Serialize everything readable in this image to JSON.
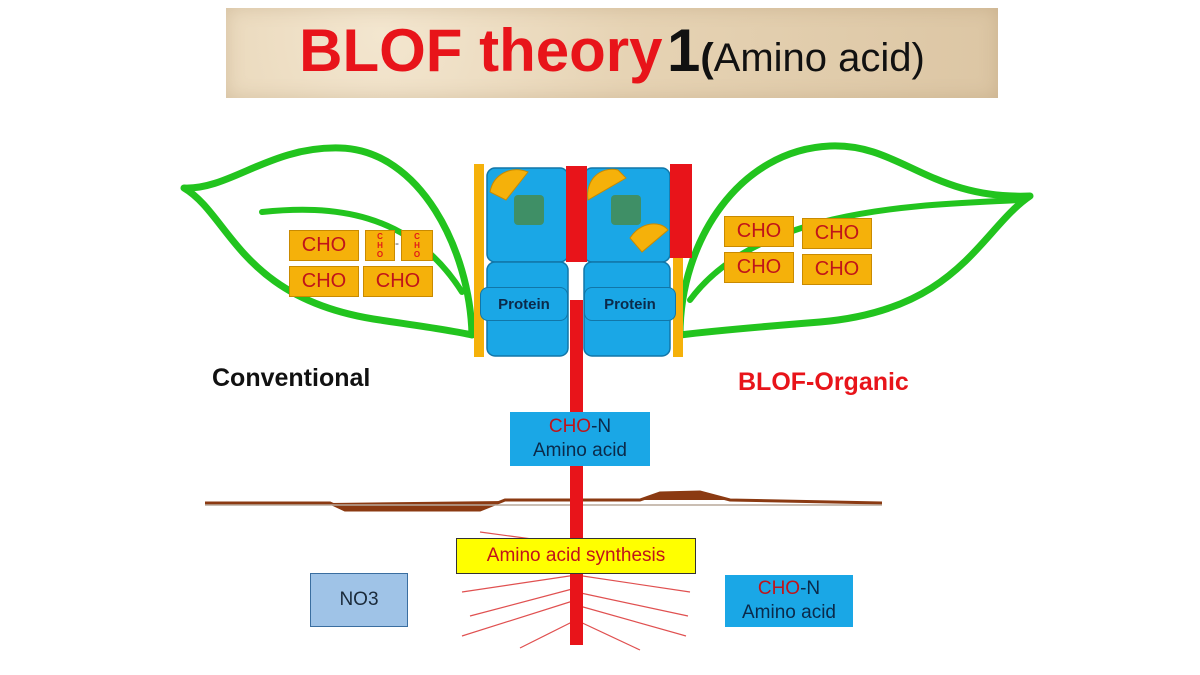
{
  "title": {
    "main": "BLOF theory",
    "number": "1",
    "open_paren": "(",
    "subtitle": "Amino acid)"
  },
  "labels": {
    "conventional": "Conventional",
    "blof_organic": "BLOF-Organic"
  },
  "left_leaf": {
    "cho_boxes": [
      "CHO",
      "CHO",
      "CHO"
    ],
    "small_cho": [
      "C\nH\nO",
      "C\nH\nO"
    ],
    "small_separator": "-"
  },
  "right_leaf": {
    "cho_boxes": [
      "CHO",
      "CHO",
      "CHO",
      "CHO"
    ]
  },
  "cells": {
    "protein_left": "Protein",
    "protein_right": "Protein"
  },
  "stem_box": {
    "cho": "CHO",
    "n": "-N",
    "line2": "Amino acid"
  },
  "root": {
    "synthesis": "Amino acid synthesis",
    "no3": "NO3",
    "right_box": {
      "cho": "CHO",
      "n": "-N",
      "line2": "Amino acid"
    }
  },
  "colors": {
    "title_red": "#e8141a",
    "leaf_green": "#22c41e",
    "stem_red": "#e8141a",
    "cell_blue": "#1aa7e6",
    "cho_orange": "#f5b10a",
    "soil_brown": "#8b3a12"
  }
}
